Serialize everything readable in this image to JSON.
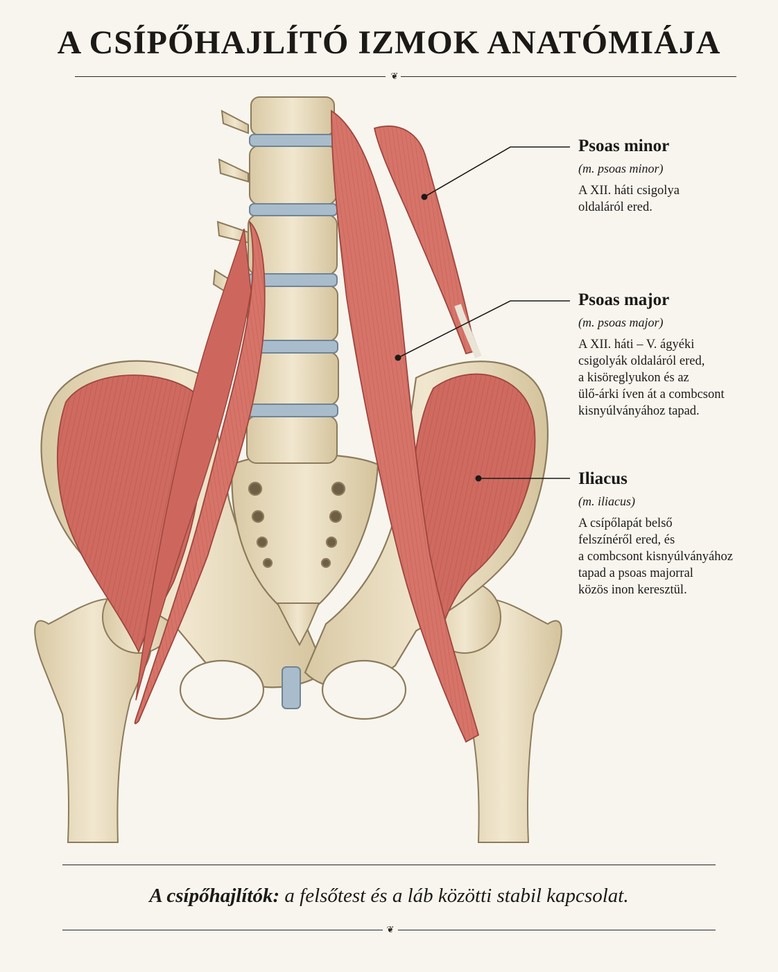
{
  "title": "A CSÍPŐHAJLÍTÓ IZMOK ANATÓMIÁJA",
  "ornament": "❦",
  "labels": [
    {
      "name": "Psoas minor",
      "latin": "(m. psoas minor)",
      "description": "A XII. háti csigolya\noldaláról ered."
    },
    {
      "name": "Psoas major",
      "latin": "(m. psoas major)",
      "description": "A XII. háti – V. ágyéki\ncsigolyák oldaláról ered,\na kisöreglyukon és az\nülő-árki íven át a combcsont\nkisnyúlványához tapad."
    },
    {
      "name": "Iliacus",
      "latin": "(m. iliacus)",
      "description": "A csípőlapát belső\nfelszínéről ered, és\na combcsont kisnyúlványához\ntapad a psoas majorral\nközös inon keresztül."
    }
  ],
  "caption": {
    "lead": "A csípőhajlítók:",
    "rest": " a felsőtest és a láb közötti stabil kapcsolat."
  },
  "colors": {
    "muscle": "#cf6a60",
    "muscle_dark": "#a9483f",
    "bone": "#ebdfc2",
    "bone_line": "#8c7b5c",
    "disc": "#a9bccb",
    "background": "#f8f5ee"
  }
}
